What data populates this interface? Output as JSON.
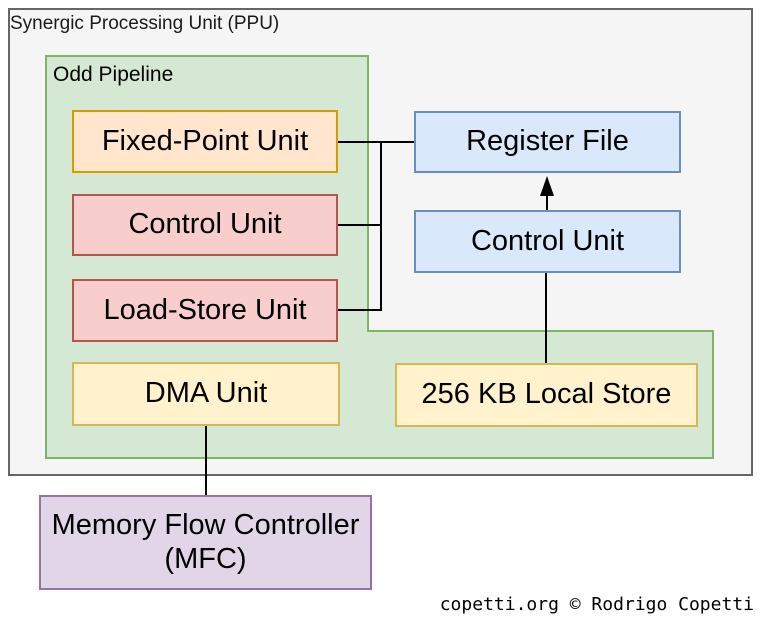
{
  "outer": {
    "label": "Synergic Processing Unit (PPU)"
  },
  "odd_pipeline": {
    "label": "Odd Pipeline"
  },
  "boxes": {
    "fixed_point": {
      "label": "Fixed-Point Unit"
    },
    "control_odd": {
      "label": "Control Unit"
    },
    "load_store": {
      "label": "Load-Store Unit"
    },
    "dma": {
      "label": "DMA Unit"
    },
    "register_file": {
      "label": "Register File"
    },
    "control_main": {
      "label": "Control Unit"
    },
    "local_store": {
      "label": "256 KB Local Store"
    },
    "mfc": {
      "label": "Memory Flow Controller (MFC)"
    }
  },
  "credit": "copetti.org © Rodrigo Copetti",
  "colors": {
    "outer_fill": "#f5f5f5",
    "outer_stroke": "#666666",
    "pipeline_fill": "#d5e8d4",
    "pipeline_stroke": "#82b366",
    "orange_fill": "#ffe6cc",
    "orange_stroke": "#d79b00",
    "red_fill": "#f8cecc",
    "red_stroke": "#b85450",
    "yellow_fill": "#fff2cc",
    "yellow_stroke": "#d6b656",
    "blue_fill": "#dae8fc",
    "blue_stroke": "#6c8ebf",
    "purple_fill": "#e1d5e7",
    "purple_stroke": "#9673a6",
    "connector": "#000000"
  }
}
